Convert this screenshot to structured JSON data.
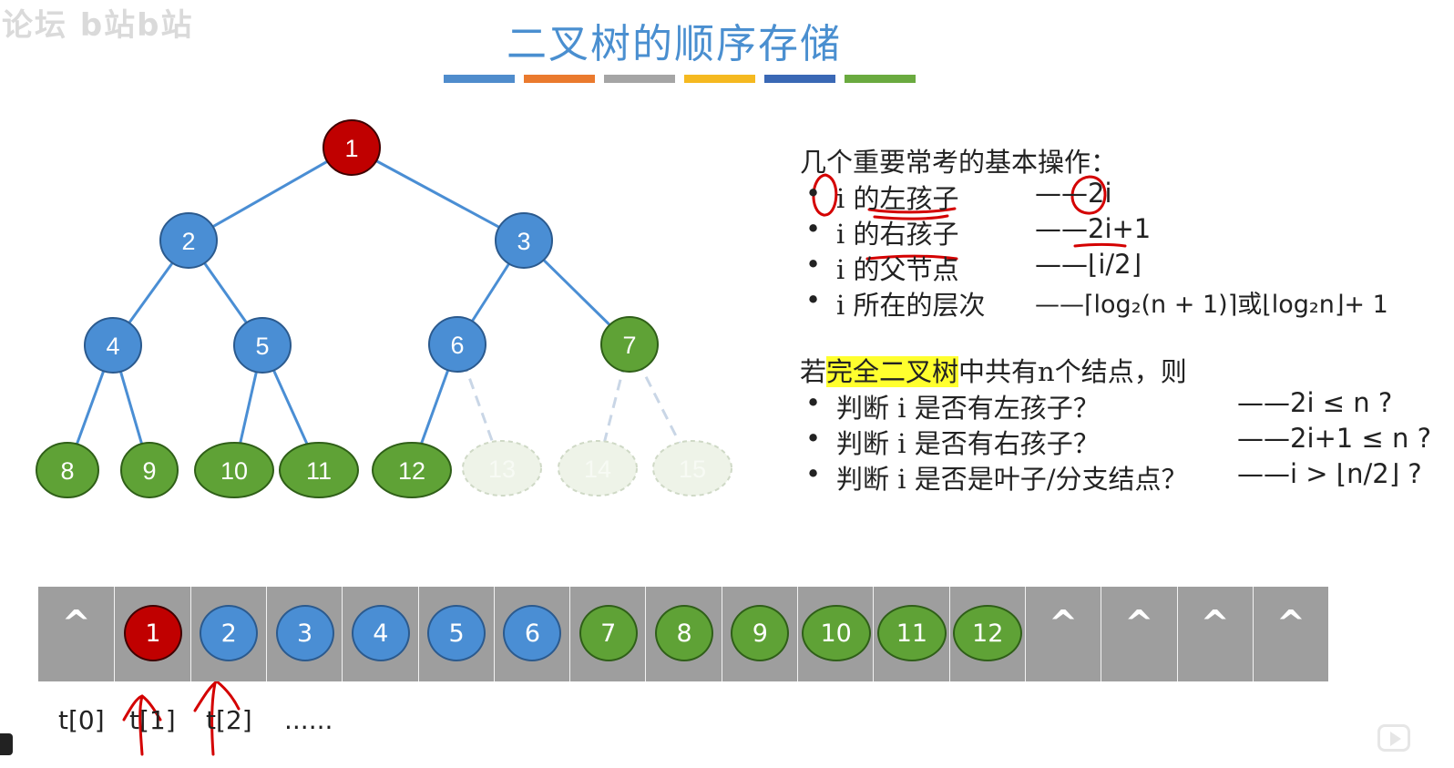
{
  "logo_text": "论坛 b站b站",
  "title": "二叉树的顺序存储",
  "colors": {
    "bar_colors": [
      "#4f8ccc",
      "#ea7a2e",
      "#a5a5a5",
      "#f5b920",
      "#3a68b5",
      "#6aaa3f"
    ],
    "root": "#c00000",
    "internal": "#4a8ed4",
    "leaf": "#5fa236",
    "ghost": "#eef3e8",
    "edge": "#4a8ed4",
    "annotation": "#d40000"
  },
  "tree": {
    "nodes": [
      "1",
      "2",
      "3",
      "4",
      "5",
      "6",
      "7",
      "8",
      "9",
      "10",
      "11",
      "12"
    ],
    "ghost_nodes": [
      "13",
      "14",
      "15"
    ]
  },
  "ops": {
    "heading": "几个重要常考的基本操作：",
    "bullet": "•",
    "items": [
      {
        "label": "i 的左孩子",
        "value": "——2i"
      },
      {
        "label": "i 的右孩子",
        "value": "——2i+1"
      },
      {
        "label": "i 的父节点",
        "value": "——⌊i/2⌋"
      },
      {
        "label": "i 所在的层次",
        "value": "——⌈log₂(n + 1)⌉或⌊log₂n⌋+ 1"
      }
    ],
    "complete_prefix": "若",
    "complete_highlight": "完全二叉树",
    "complete_suffix": "中共有n个结点，则",
    "questions": [
      {
        "label": "判断 i 是否有左孩子？",
        "value": "——2i ≤ n ?"
      },
      {
        "label": "判断 i 是否有右孩子？",
        "value": "——2i+1 ≤ n ?"
      },
      {
        "label": "判断 i 是否是叶子/分支结点？",
        "value": "——i > ⌊n/2⌋ ?"
      }
    ]
  },
  "array": {
    "empty_marker": "^",
    "cells": [
      "^",
      "1",
      "2",
      "3",
      "4",
      "5",
      "6",
      "7",
      "8",
      "9",
      "10",
      "11",
      "12",
      "^",
      "^",
      "^",
      "^"
    ],
    "labels": [
      "t[0]",
      "t[1]",
      "t[2]",
      "......"
    ]
  }
}
